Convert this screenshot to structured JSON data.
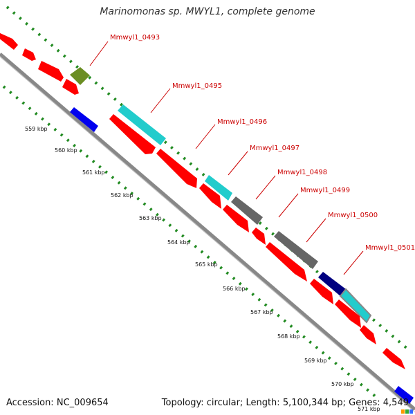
{
  "title": "Marinomonas sp. MWYL1, complete genome",
  "footer": {
    "accession_label": "Accession:",
    "accession": "NC_009654",
    "topology_label": "Topology:",
    "topology": "circular",
    "length_label": "Length:",
    "length": "5,100,344 bp",
    "genes_label": "Genes:",
    "genes": "4,549"
  },
  "scale_ticks": [
    "559 kbp",
    "560 kbp",
    "561 kbp",
    "562 kbp",
    "563 kbp",
    "564 kbp",
    "565 kbp",
    "566 kbp",
    "567 kbp",
    "568 kbp",
    "569 kbp",
    "570 kbp",
    "571 kbp"
  ],
  "gene_labels": [
    "Mmwyl1_0493",
    "Mmwyl1_0495",
    "Mmwyl1_0496",
    "Mmwyl1_0497",
    "Mmwyl1_0498",
    "Mmwyl1_0499",
    "Mmwyl1_0500",
    "Mmwyl1_0501"
  ],
  "colors": {
    "cds_forward": "#ff0000",
    "cds_reverse_blue": "#0000ee",
    "cyan_feature": "#22cccc",
    "grey_feature": "#666666",
    "navy_feature": "#000080",
    "olive_feature": "#6b8e23",
    "backbone": "#888888",
    "dotted_track": "#228b22",
    "label_text": "#cc0000"
  }
}
